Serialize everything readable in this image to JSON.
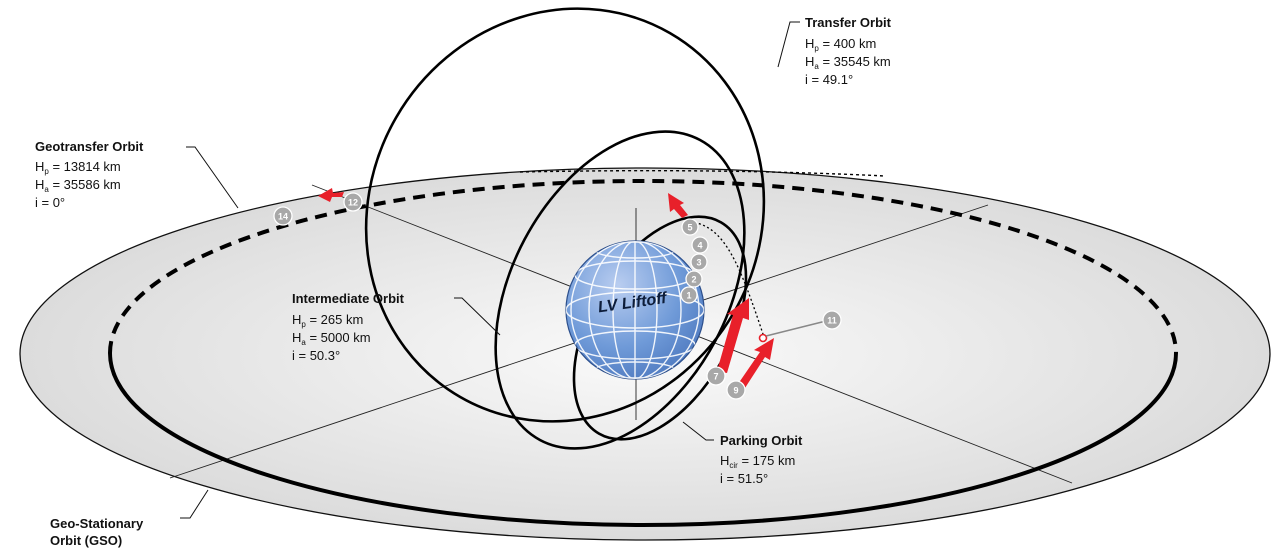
{
  "labels": {
    "transfer": {
      "title": "Transfer Orbit",
      "hp_sym": "H",
      "hp_sub": "p",
      "hp_val": " = 400 km",
      "ha_sym": "H",
      "ha_sub": "a",
      "ha_val": " = 35545 km",
      "incl": "i = 49.1°"
    },
    "geotransfer": {
      "title": "Geotransfer Orbit",
      "hp_sym": "H",
      "hp_sub": "p",
      "hp_val": " = 13814 km",
      "ha_sym": "H",
      "ha_sub": "a",
      "ha_val": " = 35586 km",
      "incl": "i = 0°"
    },
    "intermediate": {
      "title": "Intermediate Orbit",
      "hp_sym": "H",
      "hp_sub": "p",
      "hp_val": " = 265 km",
      "ha_sym": "H",
      "ha_sub": "a",
      "ha_val": " = 5000 km",
      "incl": "i = 50.3°"
    },
    "parking": {
      "title": "Parking Orbit",
      "hc_sym": "H",
      "hc_sub": "cir",
      "hc_val": " = 175 km",
      "incl": "i = 51.5°"
    },
    "gso": {
      "line1": "Geo-Stationary",
      "line2": "Orbit (GSO)"
    },
    "liftoff": "LV Liftoff"
  },
  "markers": [
    "1",
    "2",
    "3",
    "4",
    "5",
    "7",
    "9",
    "11",
    "12",
    "14"
  ],
  "colors": {
    "burn_arrow": "#e8202a",
    "marker": "#a8a8a8",
    "globe": "#6f9ad8",
    "plane": "#e6e6e6",
    "orbit": "#000000"
  }
}
